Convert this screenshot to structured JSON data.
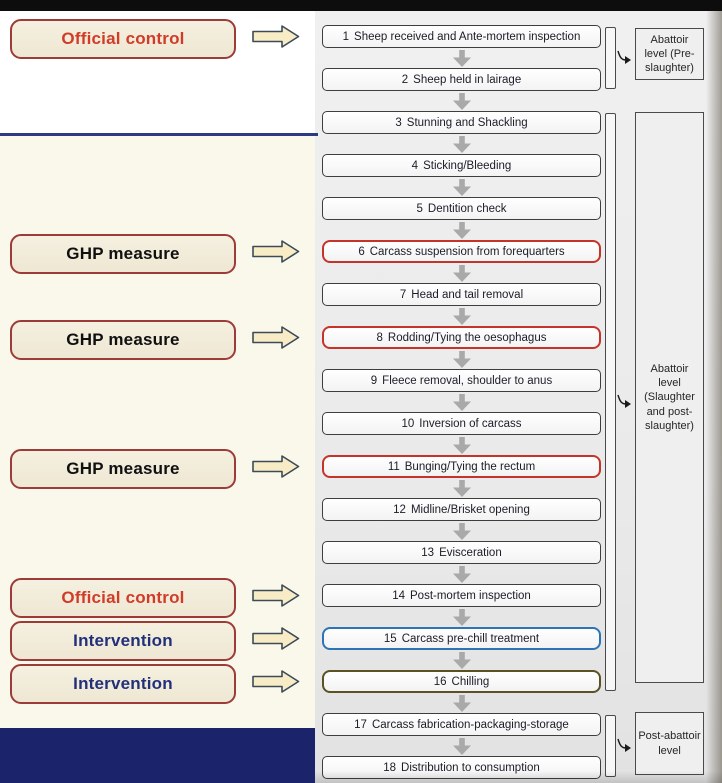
{
  "left_labels": [
    {
      "label": "Official control",
      "style": "red",
      "step_index": 0
    },
    {
      "label": "GHP measure",
      "style": "dark",
      "step_index": 5
    },
    {
      "label": "GHP measure",
      "style": "dark",
      "step_index": 7
    },
    {
      "label": "GHP measure",
      "style": "dark",
      "step_index": 10
    },
    {
      "label": "Official control",
      "style": "red",
      "step_index": 13
    },
    {
      "label": "Intervention",
      "style": "navy",
      "step_index": 14
    },
    {
      "label": "Intervention",
      "style": "navy",
      "step_index": 15
    }
  ],
  "steps": [
    {
      "num": "1",
      "label": "Sheep received and Ante-mortem inspection",
      "highlight": "none"
    },
    {
      "num": "2",
      "label": "Sheep held in lairage",
      "highlight": "none"
    },
    {
      "num": "3",
      "label": "Stunning and Shackling",
      "highlight": "none"
    },
    {
      "num": "4",
      "label": "Sticking/Bleeding",
      "highlight": "none"
    },
    {
      "num": "5",
      "label": "Dentition check",
      "highlight": "none"
    },
    {
      "num": "6",
      "label": "Carcass suspension from forequarters",
      "highlight": "red"
    },
    {
      "num": "7",
      "label": "Head and tail removal",
      "highlight": "none"
    },
    {
      "num": "8",
      "label": "Rodding/Tying the oesophagus",
      "highlight": "red"
    },
    {
      "num": "9",
      "label": "Fleece removal, shoulder to anus",
      "highlight": "none"
    },
    {
      "num": "10",
      "label": "Inversion of carcass",
      "highlight": "none"
    },
    {
      "num": "11",
      "label": "Bunging/Tying the rectum",
      "highlight": "red"
    },
    {
      "num": "12",
      "label": "Midline/Brisket opening",
      "highlight": "none"
    },
    {
      "num": "13",
      "label": "Evisceration",
      "highlight": "none"
    },
    {
      "num": "14",
      "label": "Post-mortem inspection",
      "highlight": "none"
    },
    {
      "num": "15",
      "label": "Carcass pre-chill treatment",
      "highlight": "blue"
    },
    {
      "num": "16",
      "label": "Chilling",
      "highlight": "olive"
    },
    {
      "num": "17",
      "label": "Carcass fabrication-packaging-storage",
      "highlight": "none"
    },
    {
      "num": "18",
      "label": "Distribution to consumption",
      "highlight": "none"
    }
  ],
  "stages": [
    {
      "label": "Abattoir level (Pre-slaughter)",
      "from": 0,
      "to": 1
    },
    {
      "label": "Abattoir level (Slaughter and post-slaughter)",
      "from": 2,
      "to": 15
    },
    {
      "label": "Post-abattoir level",
      "from": 16,
      "to": 17
    }
  ],
  "colors": {
    "official_control_text": "#d23b28",
    "ghp_measure_text": "#101010",
    "intervention_text": "#22307a",
    "label_border": "#9d3b38",
    "label_background": "#f1ebd9",
    "block_arrow_fill": "#f8ecc6",
    "block_arrow_stroke": "#3c4b57",
    "step_border_default": "#3e3e3e",
    "step_border_ghp": "#c5342a",
    "step_border_intervention_prechill": "#2e74b5",
    "step_border_intervention_chilling": "#5c5122",
    "flow_arrow": "#a9a9a9",
    "divider_line": "#2c3a85",
    "navy_band": "#1b246b",
    "cream_background": "#faf8eb"
  }
}
